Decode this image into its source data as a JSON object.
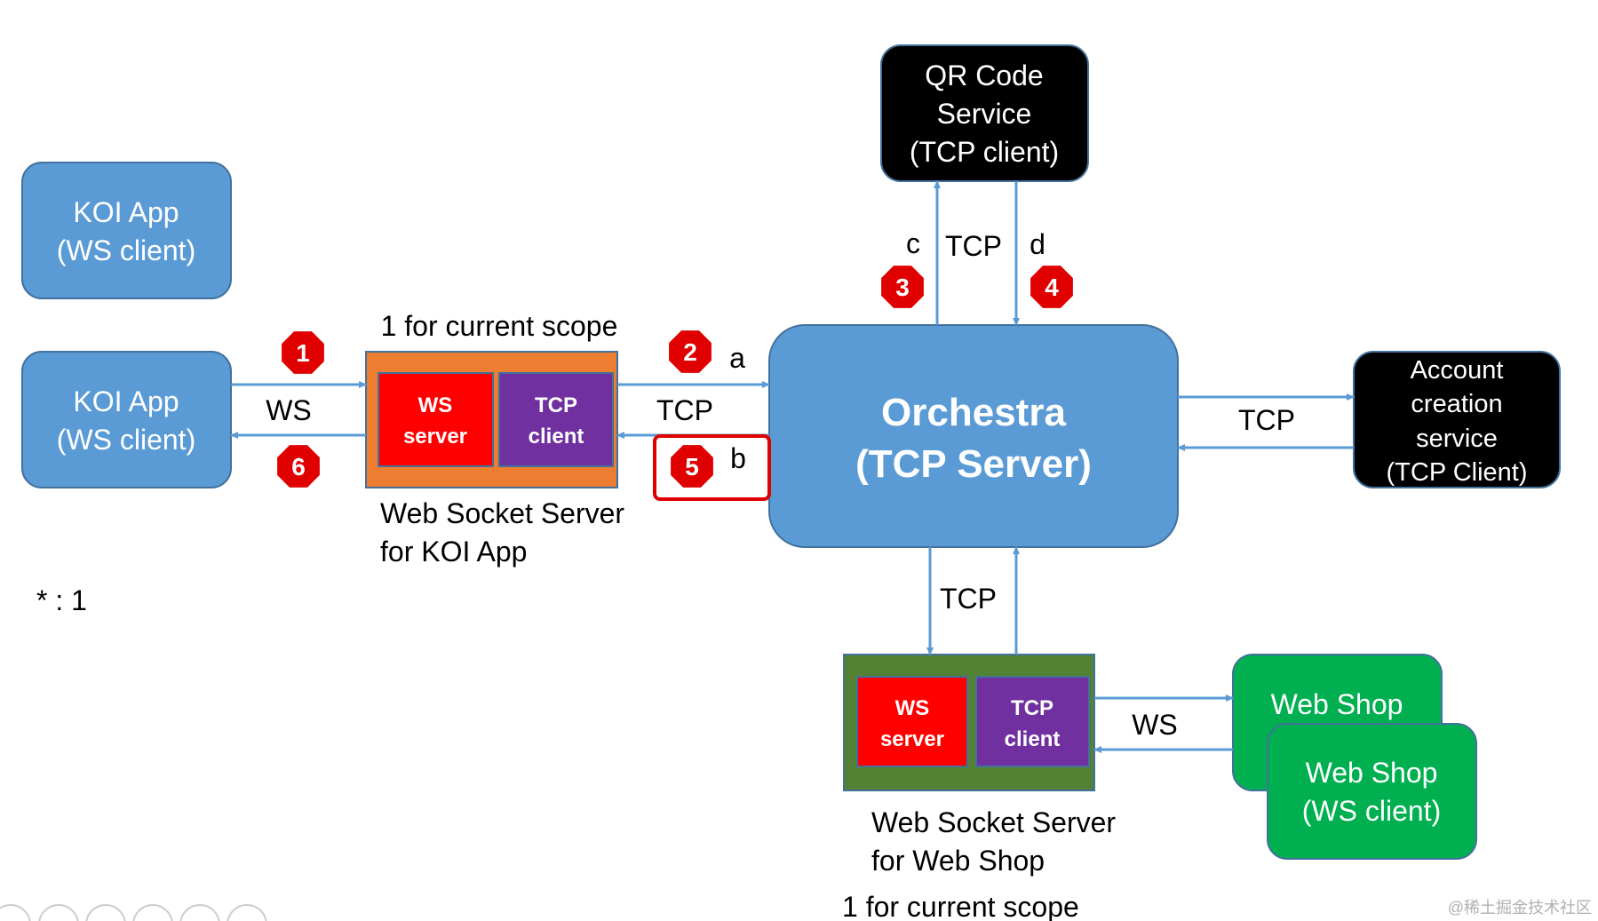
{
  "colors": {
    "blue": "#5b9bd5",
    "black": "#000000",
    "orange": "#ed7d31",
    "red": "#ff0000",
    "purple": "#7030a0",
    "green_dark": "#548235",
    "green": "#00b050",
    "badge": "#e00000"
  },
  "koi_app_1": {
    "line1": "KOI App",
    "line2": "(WS client)"
  },
  "koi_app_2": {
    "line1": "KOI App",
    "line2": "(WS client)"
  },
  "koi_ws_server": {
    "scope": "1 for current scope",
    "ws_line1": "WS",
    "ws_line2": "server",
    "tcp_line1": "TCP",
    "tcp_line2": "client",
    "caption_line1": "Web Socket Server",
    "caption_line2": "for KOI App"
  },
  "orchestra": {
    "line1": "Orchestra",
    "line2": "(TCP Server)"
  },
  "qr_service": {
    "line1": "QR Code",
    "line2": "Service",
    "line3": "(TCP client)"
  },
  "account_service": {
    "line1": "Account",
    "line2": "creation",
    "line3": "service",
    "line4": "(TCP Client)"
  },
  "shop_ws_server": {
    "ws_line1": "WS",
    "ws_line2": "server",
    "tcp_line1": "TCP",
    "tcp_line2": "client",
    "caption_line1": "Web Socket Server",
    "caption_line2": "for Web Shop",
    "scope": "1 for current scope"
  },
  "web_shop_back": {
    "line1": "Web Shop"
  },
  "web_shop_front": {
    "line1": "Web Shop",
    "line2": "(WS client)"
  },
  "labels": {
    "ws_left": "WS",
    "tcp_left": "TCP",
    "a": "a",
    "b": "b",
    "c": "c",
    "tcp_top": "TCP",
    "d": "d",
    "tcp_right": "TCP",
    "tcp_bottom": "TCP",
    "ws_right": "WS",
    "multiplicity": "* : 1"
  },
  "badges": [
    "1",
    "2",
    "3",
    "4",
    "5",
    "6"
  ],
  "toolbar_icons": [
    "previous-icon",
    "next-icon",
    "pen-icon",
    "slides-icon",
    "zoom-icon",
    "more-icon"
  ],
  "watermark": "@稀土掘金技术社区"
}
